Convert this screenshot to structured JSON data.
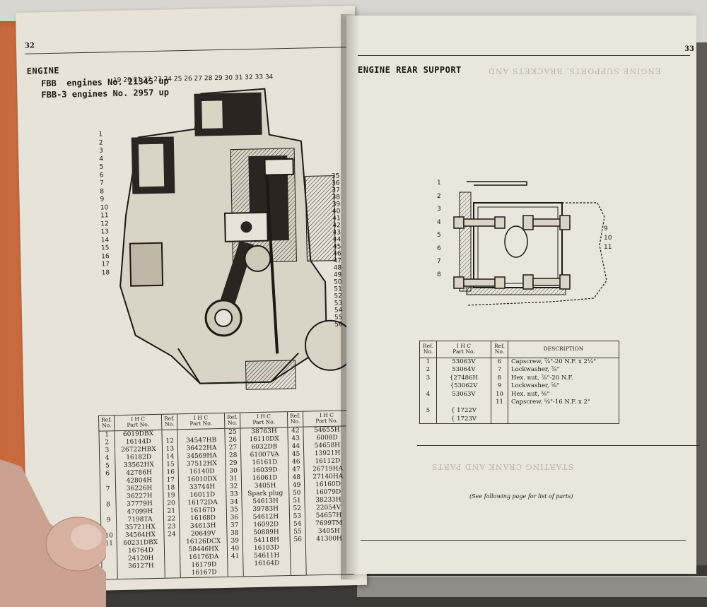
{
  "left_page": {
    "page_number": "32",
    "heading": "ENGINE",
    "models": [
      {
        "model": "FBB",
        "text": "engines No. 21345 up"
      },
      {
        "model": "FBB-3",
        "text": "engines No.  2957 up"
      }
    ],
    "callouts_left": [
      "1",
      "2",
      "3",
      "4",
      "5",
      "6",
      "7",
      "8",
      "9",
      "10",
      "11",
      "12",
      "13",
      "14",
      "15",
      "16",
      "17",
      "18"
    ],
    "callouts_top": [
      "19",
      "20",
      "21",
      "22",
      "23",
      "24",
      "25",
      "26",
      "27",
      "28",
      "29",
      "30",
      "31",
      "32",
      "33",
      "34"
    ],
    "callouts_right": [
      "35",
      "36",
      "37",
      "38",
      "39",
      "40",
      "41",
      "42",
      "43",
      "44",
      "45",
      "46",
      "47",
      "48",
      "49",
      "50",
      "51",
      "52",
      "53",
      "54",
      "55",
      "56"
    ],
    "table_headers": {
      "ref": "Ref.\nNo.",
      "part": "I H C\nPart No."
    },
    "table_columns": [
      {
        "refs": "1\n2\n3\n4\n5\n6\n\n7\n\n8\n\n9\n\n10\n11",
        "parts": "6019DBX\n16144D\n26722HBX\n16182D\n33562HX\n42786H\n42804H\n36226H\n36227H\n37779H\n47099H\n7198TA\n35721HX\n34564HX\n60231DBX\n16764D\n24120H\n36127H"
      },
      {
        "refs": "\n12\n13\n14\n15\n16\n17\n18\n19\n20\n21\n22\n23\n24",
        "parts": "\n34547HB\n36422HA\n34569HA\n37512HX\n16140D\n16010DX\n33744H\n16011D\n16172DA\n16167D\n16168D\n34613H\n20649V\n16126DCX\n58446HX\n16176DA\n16179D\n16167D"
      },
      {
        "refs": "25\n26\n27\n28\n29\n30\n31\n32\n33\n34\n35\n36\n37\n38\n39\n40\n41",
        "parts": "38763H\n16110DX\n6032DB\n61007VA\n16161D\n16039D\n16061D\n3405H\nSpark plug\n54613H\n39783H\n54612H\n16092D\n50889H\n54118H\n16103D\n54611H\n16164D"
      },
      {
        "refs": "42\n43\n44\n45\n46\n47\n48\n49\n50\n51\n52\n53\n54\n55\n56",
        "parts": "54655H\n6008D\n54658H\n13921H\n16112D\n26719HA\n27140HA\n16160D\n16079D\n38233H\n22054V\n54657H\n7699TM\n3405H\n41300H"
      }
    ]
  },
  "right_page": {
    "page_number": "33",
    "heading": "ENGINE REAR SUPPORT",
    "bleed_title": "ENGINE SUPPORTS, BRACKETS AND",
    "bleed_bottom": "STARTING CRANK AND PARTS",
    "callouts": [
      "1",
      "2",
      "3",
      "4",
      "5",
      "6",
      "7",
      "8",
      "9",
      "10",
      "11"
    ],
    "table_headers": {
      "ref": "Ref.\nNo.",
      "part": "I H C\nPart No.",
      "desc": "DESCRIPTION"
    },
    "rows_left": {
      "refs": "1\n2\n3\n\n4\n\n5",
      "parts": "53063V\n53064V\n{27486H\n{53062V\n53063V\n\n{ 1722V\n{ 1723V"
    },
    "rows_right": {
      "refs": "6\n7\n8\n9\n10\n11",
      "descs": "Capscrew, ⅞\"-20 N.F. x 2¼\"\nLockwasher, ⅞\"\nHex. nut, ⅞\"-20 N.F.\nLockwasher, ⅝\"\nHex. nut, ⅝\"\nCapscrew, ⅝\"-16 N.F. x 2\""
    },
    "footnote": "(See following page for list of parts)"
  },
  "colors": {
    "paper": "#e8e4d9",
    "ink": "#1d1a16",
    "cover": "#c96a3e"
  }
}
